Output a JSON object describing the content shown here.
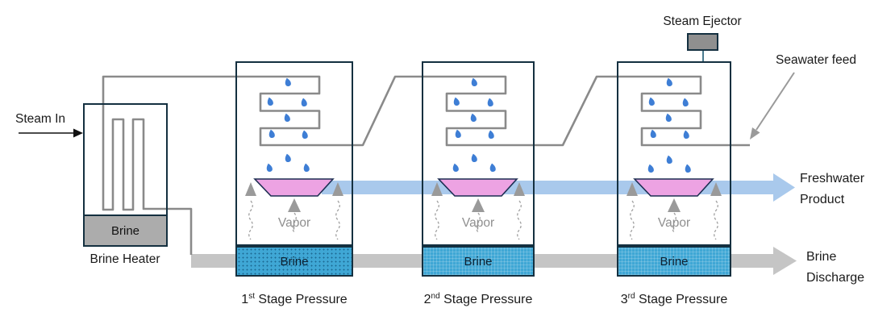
{
  "title_implicit": "Multi-stage flash distillation diagram",
  "labels": {
    "steam_in": "Steam In",
    "brine_heater_caption": "Brine Heater",
    "steam_ejector": "Steam Ejector",
    "seawater_feed": "Seawater feed",
    "freshwater_line1": "Freshwater",
    "freshwater_line2": "Product",
    "discharge_line1": "Brine",
    "discharge_line2": "Discharge"
  },
  "heater": {
    "brine_label": "Brine"
  },
  "stages": [
    {
      "ordinal": "1",
      "ordinal_suffix": "st",
      "caption_rest": " Stage Pressure",
      "brine_label": "Brine",
      "vapor_label": "Vapor"
    },
    {
      "ordinal": "2",
      "ordinal_suffix": "nd",
      "caption_rest": " Stage Pressure",
      "brine_label": "Brine",
      "vapor_label": "Vapor"
    },
    {
      "ordinal": "3",
      "ordinal_suffix": "rd",
      "caption_rest": " Stage Pressure",
      "brine_label": "Brine",
      "vapor_label": "Vapor"
    }
  ],
  "colors": {
    "navy": "#143040",
    "pipe": "#8A8A8A",
    "droplet": "#3E7ED5",
    "tray-pink": "#EDA3E3",
    "brine-fill": "#3FA7D5",
    "freshwater-band": "#A9C9EC",
    "discharge-band": "#C5C5C5",
    "vapor-text": "#8F8F8F",
    "heater-brine": "#ACACAC",
    "ejector": "#8F8F8F",
    "text": "#1A1A1A",
    "steam-arrow": "#111111"
  }
}
